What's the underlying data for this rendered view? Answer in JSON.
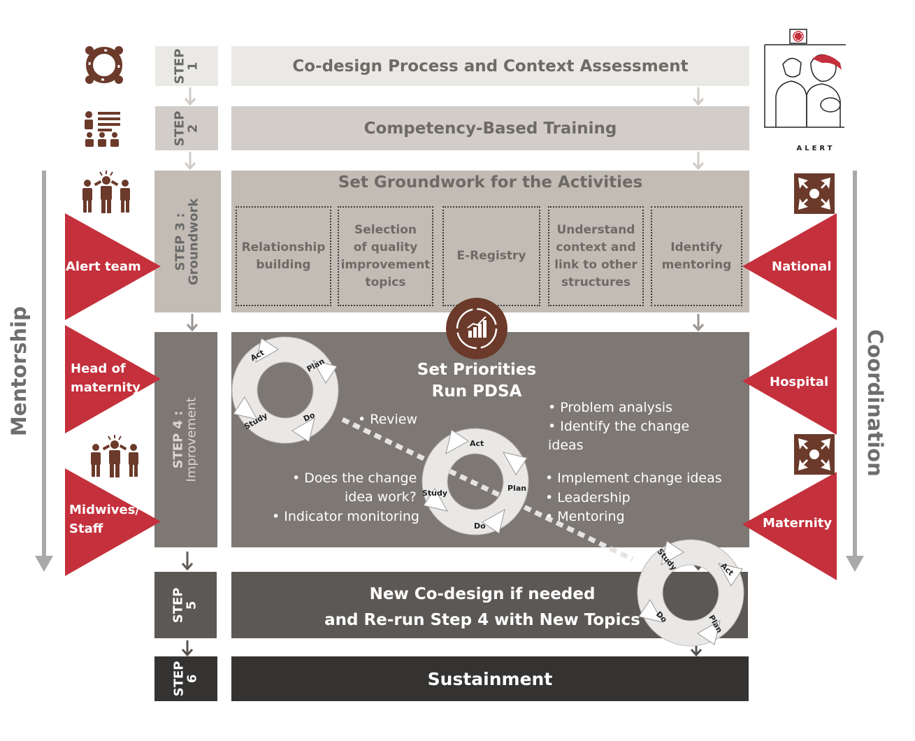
{
  "steps": [
    {
      "line1": "STEP",
      "line2": "1",
      "title": "Co-design Process and Context Assessment"
    },
    {
      "line1": "STEP",
      "line2": "2",
      "title": "Competency-Based Training"
    },
    {
      "line1": "STEP 3 :",
      "line2": "Groundwork",
      "title": "Set Groundwork for the Activities"
    },
    {
      "line1": "STEP 4 :",
      "line2": "Improvement",
      "title_line1": "Set Priorities",
      "title_line2": "Run PDSA"
    },
    {
      "line1": "STEP",
      "line2": "5",
      "title_line1": "New Co-design if needed",
      "title_line2": "and Re-run Step 4  with New Topics"
    },
    {
      "line1": "STEP",
      "line2": "6",
      "title": "Sustainment"
    }
  ],
  "groundwork_items": [
    [
      "Relationship",
      "building"
    ],
    [
      "Selection",
      "of quality",
      "improvement",
      "topics"
    ],
    [
      "E-Registry"
    ],
    [
      "Understand",
      "context and",
      "link to other",
      "structures"
    ],
    [
      "Identify",
      "mentoring"
    ]
  ],
  "left_labels": [
    [
      "Alert team"
    ],
    [
      "Head of",
      "maternity"
    ],
    [
      "Midwives/",
      "Staff"
    ]
  ],
  "right_labels": [
    "National",
    "Hospital",
    "Maternity"
  ],
  "side_titles": {
    "left": "Mentorship",
    "right": "Coordination"
  },
  "bullets": {
    "review": "• Review",
    "problem1": "• Problem analysis",
    "problem2": "• Identify the change",
    "problem3": "ideas",
    "does1": "• Does the change",
    "does2": "idea work?",
    "indicator": "• Indicator monitoring",
    "impl1": "• Implement change ideas",
    "impl2": "• Leadership",
    "impl3": "• Mentoring"
  },
  "pdsa_labels": {
    "act": "Act",
    "plan": "Plan",
    "do": "Do",
    "study": "Study"
  },
  "logo_text": "ALERT",
  "colors": {
    "step1": "#ebe9e6",
    "step2": "#d2cdc8",
    "step3": "#c2bcb5",
    "step4": "#7d7874",
    "step5": "#5b5855",
    "step6": "#343332",
    "accent_red": "#c4303b",
    "icon_brown": "#6b3a2a"
  }
}
